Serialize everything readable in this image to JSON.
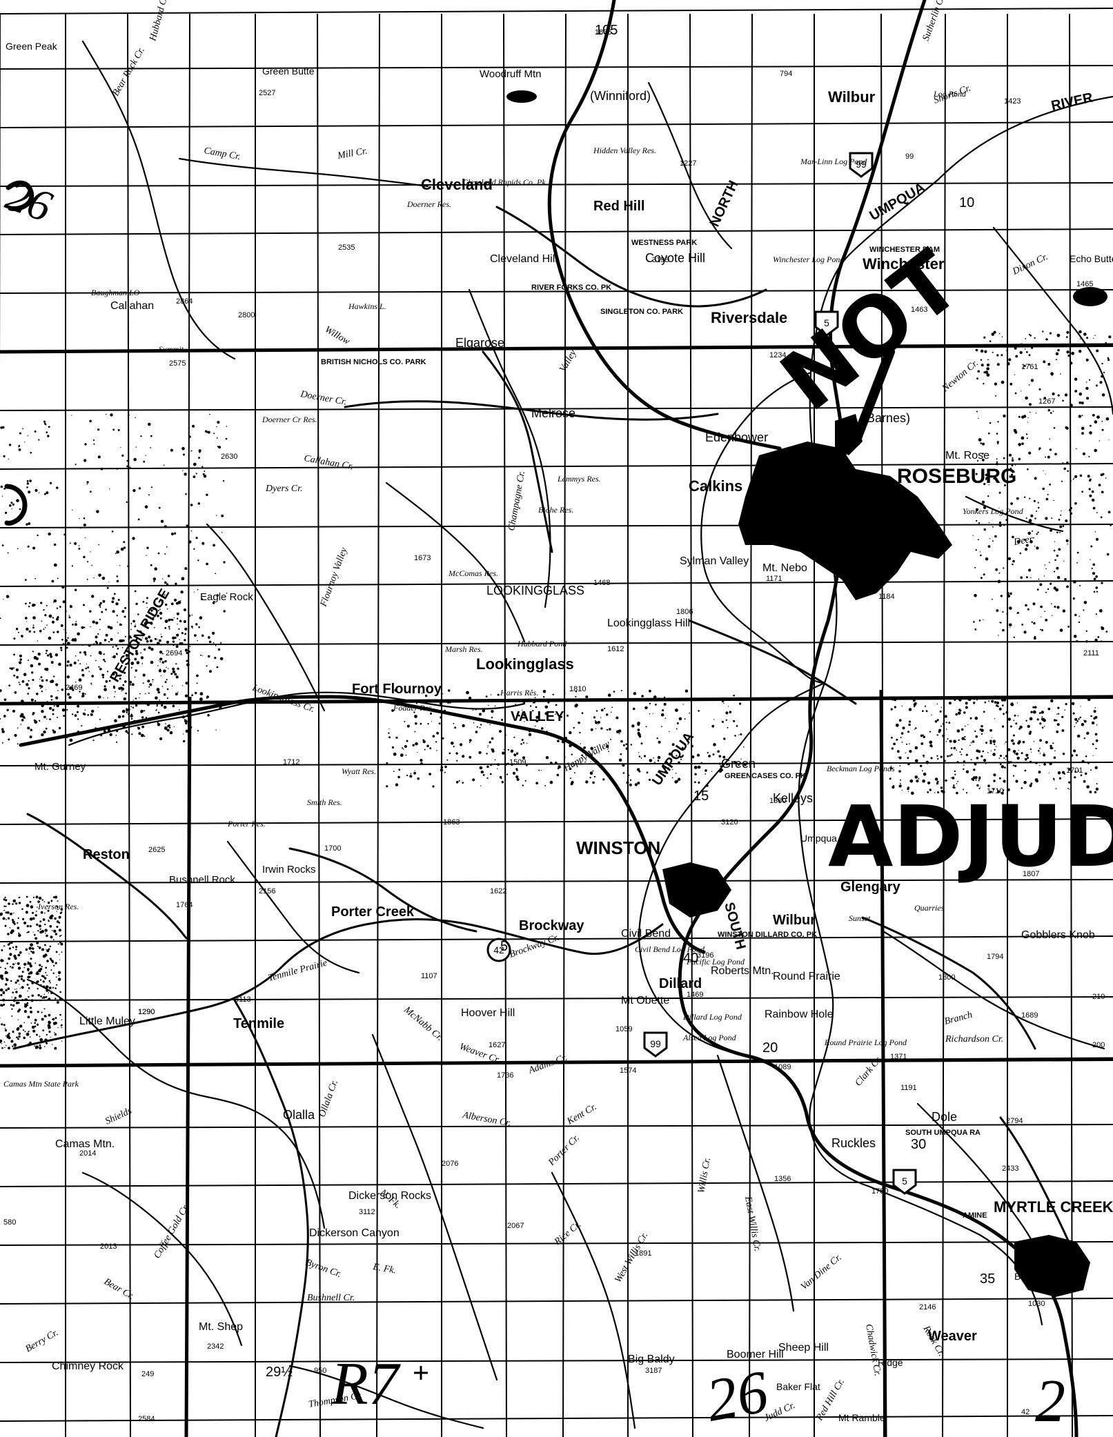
{
  "stamps": {
    "not": "NOT",
    "adjudicated": "ADJUD"
  },
  "handwritten": {
    "top_left_number": "26",
    "bottom_r": "R7",
    "bottom_right_a": "26",
    "bottom_right_b": "2"
  },
  "labels": {
    "places": [
      "Green Peak",
      "Green Butte",
      "Woodruff Mtn",
      "(Winniford)",
      "Wilbur",
      "Cleveland",
      "Cleveland Hill",
      "Red Hill",
      "Coyote Hill",
      "Riversdale",
      "Winchester",
      "Echo Butte",
      "Callahan",
      "Edenbower",
      "(Barnes)",
      "ROSEBURG",
      "Mt. Rose",
      "Calkins",
      "Mt. Nebo",
      "Sylman Valley",
      "LOOKINGGLASS",
      "Lookingglass",
      "Lookingglass Hill",
      "Eagle Rock",
      "Fort Flournoy",
      "VALLEY",
      "Mt. Gurney",
      "Reston",
      "Green",
      "Kelleys",
      "WINSTON",
      "Glengary",
      "Gobblers Knob",
      "Civil Bend",
      "Roberts Mtn.",
      "Round Prairie",
      "Dillard",
      "Mt Obette",
      "Rainbow Hole",
      "Porter Creek",
      "Irwin Rocks",
      "Bushnell Rock",
      "Brockway",
      "Hoover Hill",
      "Little Muley",
      "Tenmile",
      "Olalla",
      "Camas Mtn.",
      "Dickerson Rocks",
      "Dickerson Canyon",
      "Ruckles",
      "Dole",
      "MYRTLE CREEK",
      "Weaver",
      "Mt. Shep",
      "Chimney Rock",
      "Big Baldy",
      "Boomer Hill",
      "Sheep Hill",
      "Ridge",
      "Elgarose",
      "Melrose",
      "Wilbur",
      "Umpqua",
      "Booth Spr.",
      "Baker Flat",
      "Mt Rambler"
    ],
    "features": [
      "UMPQUA",
      "NORTH",
      "RIVER",
      "SOUTH",
      "UMPQUA",
      "RESTON RIDGE",
      "Shorts Cr.",
      "Dixon Cr.",
      "Newton Cr.",
      "Deer",
      "Tenmile Prairie",
      "Lookingglass Cr.",
      "Callahan Cr.",
      "Champagne Cr.",
      "Willis Cr.",
      "East Willis Cr.",
      "West Willis Cr.",
      "Van Dine Cr.",
      "Porter Cr.",
      "Rice Cr.",
      "Byron Cr.",
      "E. Fk.",
      "N. Fk.",
      "Bushnell Cr.",
      "Bear Cr.",
      "Berry Cr.",
      "Coffee Gold Cr.",
      "Weaver Cr.",
      "Adams Cr.",
      "Alberson Cr.",
      "Kent Cr.",
      "Brockway Cr.",
      "Richardson Cr.",
      "Branch",
      "Clark Cr.",
      "Rock Cr.",
      "Hubbard Cr.",
      "Mill Cr.",
      "Camp Cr.",
      "Bear Rock Cr.",
      "Sutherlin Cr.",
      "Shields",
      "Valley",
      "Flournoy Valley",
      "Happy Valley",
      "Ollala Cr.",
      "McNabb Cr.",
      "Willow",
      "Doerner Cr.",
      "Dyers Cr.",
      "Thompson Cr.",
      "Judd Cr.",
      "Chadwick Cr.",
      "Red Hill Cr."
    ],
    "ponds": [
      "Log Pond",
      "Mar-Linn Log Pond",
      "Winchester Log Pond",
      "Doerner Res.",
      "Doerner Cr Res.",
      "Cleveland Rapids Co. Pk",
      "Pacific Log Pond",
      "Dillard Log Pond",
      "Alsea Log Pond",
      "Round Prairie Log Pond",
      "Beckman Log Ponds",
      "Fodder Res.",
      "Harris Res.",
      "Marsh Res.",
      "Hubbard Pond",
      "McComas Res.",
      "Biohe Res.",
      "Lemmys Res.",
      "Smith Res.",
      "Wyatt Res.",
      "Porter Res.",
      "Iverson Res.",
      "Hidden Valley Res.",
      "Hawkins L.",
      "Yonkers Log Pond",
      "Sunset",
      "Quarries",
      "Camas Mtn State Park",
      "Baughman LO",
      "Summit",
      "Civil Bend Log Pond"
    ],
    "parks": [
      "WESTNESS PARK",
      "SINGLETON CO. PARK",
      "RIVER FORKS CO. PK",
      "GREENCASES CO. PK",
      "WINSTON DILLARD CO. PK",
      "BRITISH NICHOLS CO. PARK",
      "WINCHESTER DAM",
      "SOUTH UMPQUA RA",
      "AMINE"
    ],
    "numbers": [
      "105",
      "99",
      "10",
      "2527",
      "1227",
      "3195",
      "2535",
      "2800",
      "2864",
      "2575",
      "1463",
      "1465",
      "1234",
      "3120",
      "2630",
      "1673",
      "1468",
      "1171",
      "1184",
      "1612",
      "2469",
      "2694",
      "1712",
      "2625",
      "1700",
      "2156",
      "1764",
      "1863",
      "1622",
      "1107",
      "1290",
      "1290",
      "3113",
      "1059",
      "1574",
      "1736",
      "1627",
      "1469",
      "1089",
      "1371",
      "1689",
      "1191",
      "2794",
      "2433",
      "1780",
      "1356",
      "1891",
      "2067",
      "2076",
      "3112",
      "2013",
      "2014",
      "2342",
      "2584",
      "3187",
      "2146",
      "1030",
      "1800",
      "1794",
      "1710",
      "3196",
      "1423",
      "1267",
      "1806",
      "1509",
      "1810",
      "1380",
      "794",
      "580",
      "950",
      "210",
      "200",
      "249",
      "29½",
      "15",
      "20",
      "30",
      "35",
      "40",
      "5",
      "42",
      "2111",
      "1701",
      "1761",
      "1807",
      "1866"
    ],
    "routes": [
      "99",
      "5",
      "42",
      "99",
      "5"
    ]
  }
}
